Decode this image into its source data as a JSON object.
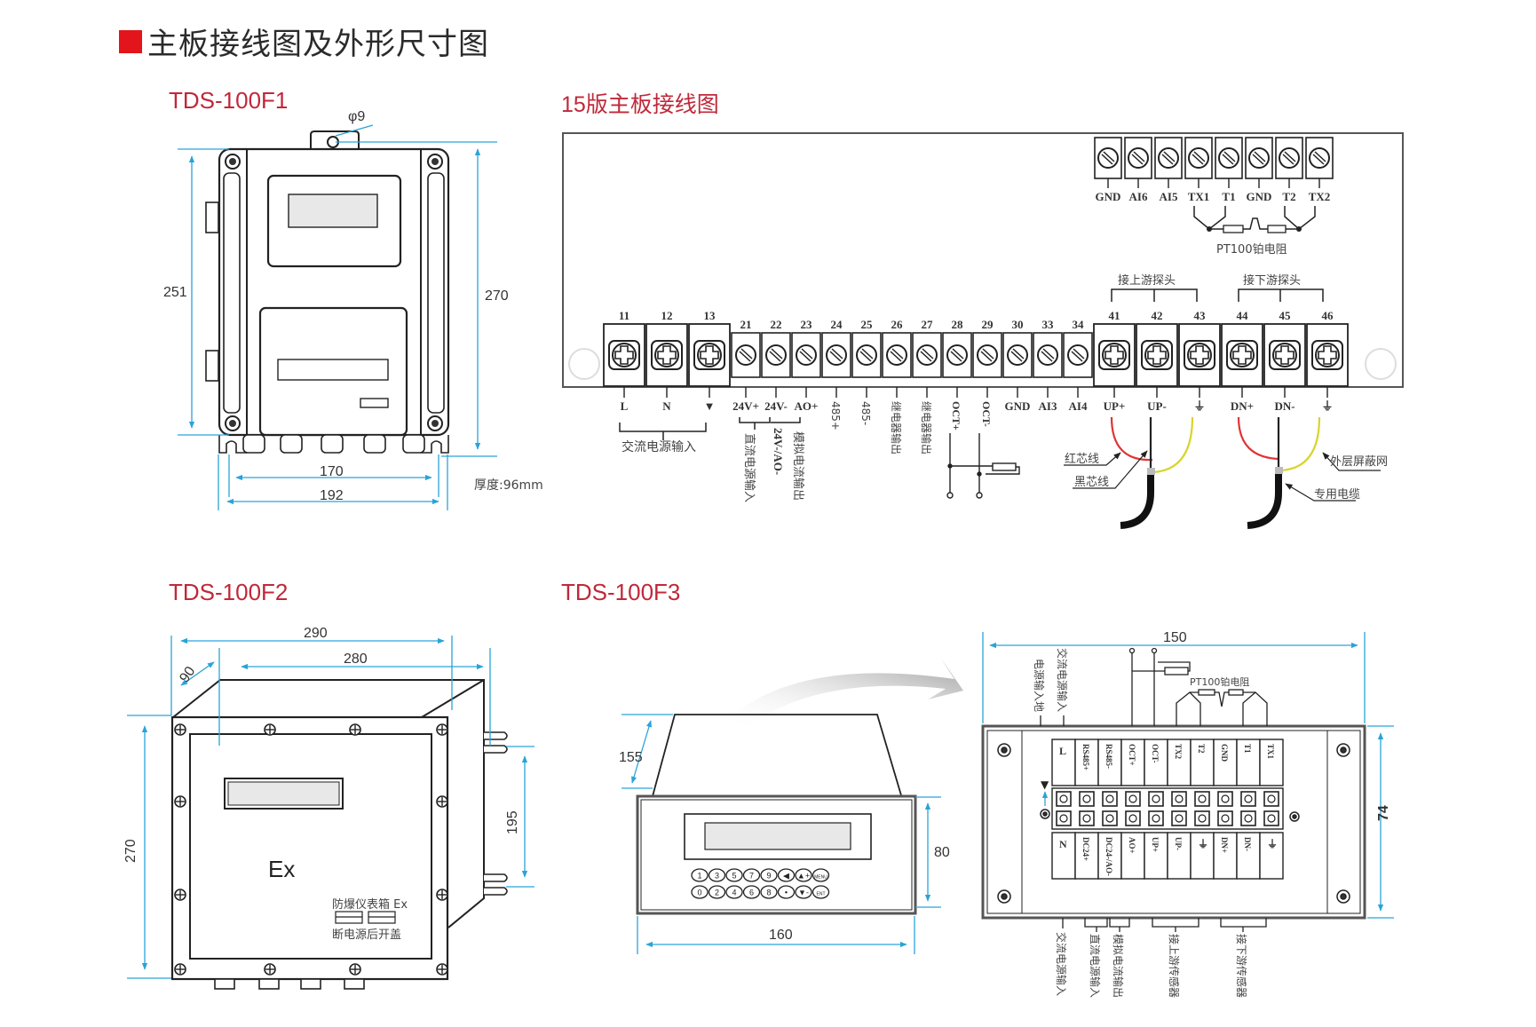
{
  "page": {
    "title": "主板接线图及外形尺寸图",
    "accent_color": "#e3141c",
    "section_color": "#c0283a",
    "dimension_color": "#29a3d9"
  },
  "f1": {
    "heading": "TDS-100F1",
    "hole_label": "φ9",
    "height_inner": "251",
    "height_outer": "270",
    "width_inner": "170",
    "width_outer": "192",
    "thickness": "厚度:96mm"
  },
  "board": {
    "heading": "15版主板接线图",
    "top_terminals": [
      "GND",
      "AI6",
      "AI5",
      "TX1",
      "T1",
      "GND",
      "T2",
      "TX2"
    ],
    "pt100_label": "PT100铂电阻",
    "upstream_label": "接上游探头",
    "downstream_label": "接下游探头",
    "bottom_terminals": [
      {
        "num": "11",
        "label": "L",
        "type": "large"
      },
      {
        "num": "12",
        "label": "N",
        "type": "large"
      },
      {
        "num": "13",
        "label": "▼",
        "type": "large"
      },
      {
        "num": "21",
        "label": "24V+",
        "type": "small"
      },
      {
        "num": "22",
        "label": "24V-",
        "type": "small"
      },
      {
        "num": "23",
        "label": "AO+",
        "type": "small"
      },
      {
        "num": "24",
        "label": "485+",
        "type": "small"
      },
      {
        "num": "25",
        "label": "485-",
        "type": "small"
      },
      {
        "num": "26",
        "label": "继电器输出",
        "type": "small"
      },
      {
        "num": "27",
        "label": "继电器输出",
        "type": "small"
      },
      {
        "num": "28",
        "label": "OCT+",
        "type": "small"
      },
      {
        "num": "29",
        "label": "OCT-",
        "type": "small"
      },
      {
        "num": "30",
        "label": "GND",
        "type": "small"
      },
      {
        "num": "33",
        "label": "AI3",
        "type": "small"
      },
      {
        "num": "34",
        "label": "AI4",
        "type": "small"
      },
      {
        "num": "41",
        "label": "UP+",
        "type": "large"
      },
      {
        "num": "42",
        "label": "UP-",
        "type": "large"
      },
      {
        "num": "43",
        "label": "⏚",
        "type": "large"
      },
      {
        "num": "44",
        "label": "DN+",
        "type": "large"
      },
      {
        "num": "45",
        "label": "DN-",
        "type": "large"
      },
      {
        "num": "46",
        "label": "⏚",
        "type": "large"
      }
    ],
    "ac_input_label": "交流电源输入",
    "dc_input_label": "直流电源输入",
    "common_label": "24V-/AO-",
    "analog_out_label": "模拟电流输出",
    "red_wire_label": "红芯线",
    "black_wire_label": "黑芯线",
    "shield_label": "外层屏蔽网",
    "cable_label": "专用电缆"
  },
  "f2": {
    "heading": "TDS-100F2",
    "width_outer": "290",
    "width_inner": "280",
    "depth": "90",
    "height": "270",
    "mount_spacing": "195",
    "ex_mark": "Ex",
    "plate_line1": "防爆仪表箱 Ex",
    "plate_line2": "断电源后开盖"
  },
  "f3": {
    "heading": "TDS-100F3",
    "depth": "155",
    "height": "80",
    "width": "160",
    "keys_row1": [
      "1",
      "3",
      "5",
      "7",
      "9",
      "◀",
      "▲+",
      "MENU"
    ],
    "keys_row2": [
      "0",
      "2",
      "4",
      "6",
      "8",
      "•",
      "▼-",
      "ENT"
    ],
    "rear_width": "150",
    "rear_height": "74",
    "rear_top_labels": [
      "L",
      "RS485+",
      "RS485-",
      "OCT+",
      "OCT-",
      "TX2",
      "T2",
      "GND",
      "T1",
      "TX1"
    ],
    "rear_bottom_labels": [
      "N",
      "DC24+",
      "DC24-/AO-",
      "AO+",
      "UP+",
      "UP-",
      "⏚",
      "DN+",
      "DN-",
      "⏚"
    ],
    "rear_pt100_label": "PT100铂电阻",
    "rear_top_callouts": [
      "电源输入地",
      "交流电源输入"
    ],
    "rear_bottom_callouts": [
      "交流电源输入",
      "直流电源输入",
      "模拟电流输出",
      "接上游传感器",
      "接下游传感器"
    ]
  }
}
